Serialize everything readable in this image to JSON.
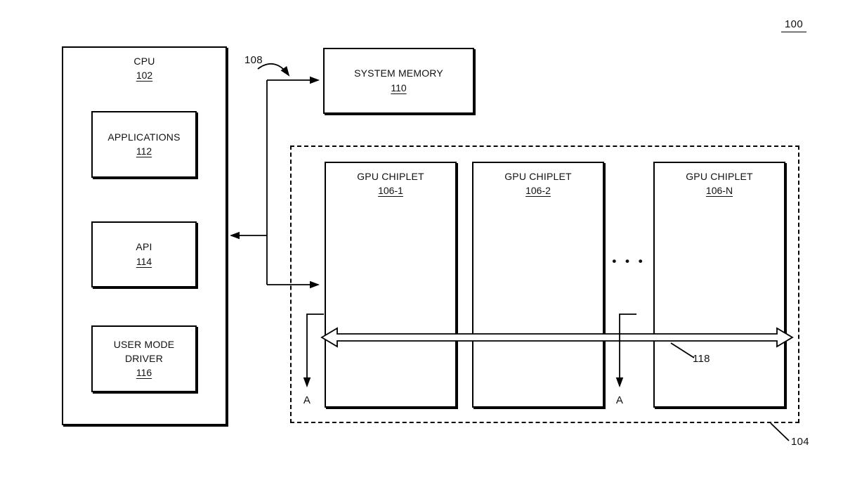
{
  "figure_ref": "100",
  "cpu": {
    "title": "CPU",
    "ref": "102"
  },
  "cpu_children": [
    {
      "title": "APPLICATIONS",
      "ref": "112"
    },
    {
      "title": "API",
      "ref": "114"
    },
    {
      "title": "USER MODE DRIVER",
      "ref": "116"
    }
  ],
  "system_memory": {
    "title": "SYSTEM MEMORY",
    "ref": "110"
  },
  "memory_link_ref": "108",
  "gpu_group_ref": "104",
  "chiplets": [
    {
      "title": "GPU CHIPLET",
      "ref": "106-1"
    },
    {
      "title": "GPU CHIPLET",
      "ref": "106-2"
    },
    {
      "title": "GPU CHIPLET",
      "ref": "106-N"
    }
  ],
  "ellipsis": "• • •",
  "bus_ref": "118",
  "section_marker": "A",
  "colors": {
    "line": "#000000",
    "background": "#ffffff",
    "box_fill": "#ffffff"
  }
}
